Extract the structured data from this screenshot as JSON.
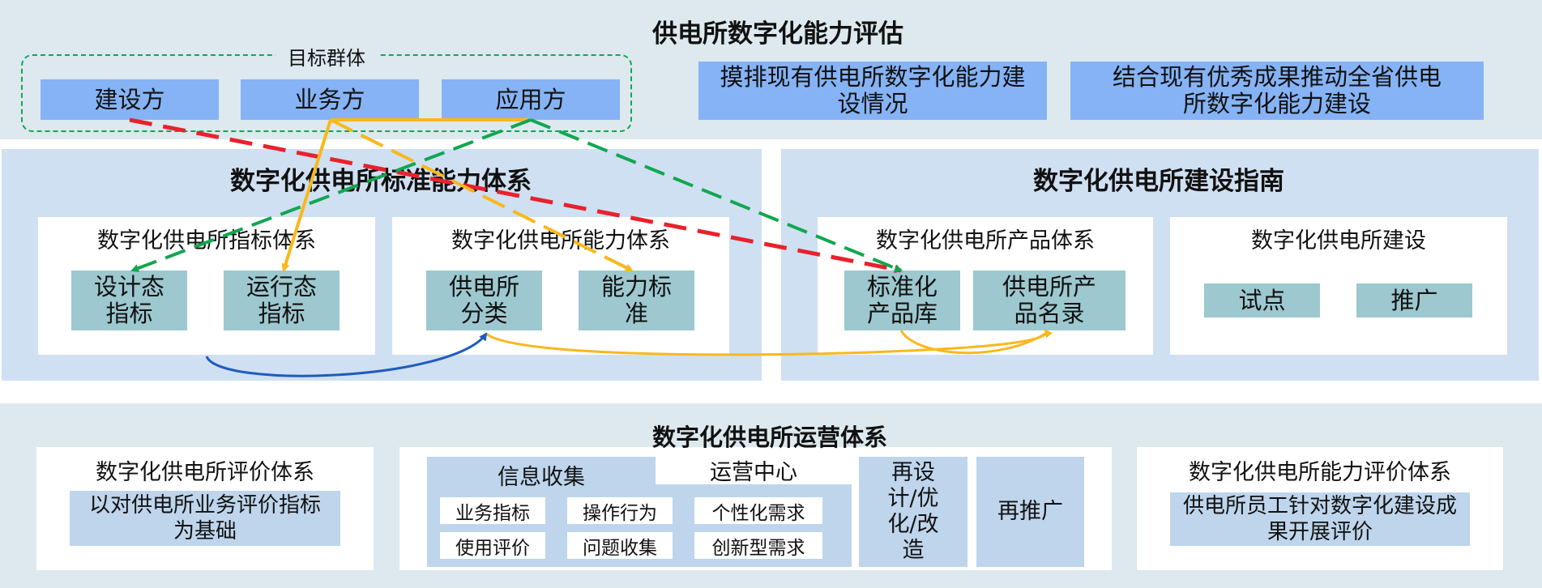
{
  "main_title": "供电所数字化能力评估",
  "target_group": {
    "label": "目标群体",
    "items": [
      "建设方",
      "业务方",
      "应用方"
    ]
  },
  "top_boxes": [
    "摸排现有供电所数字化能力建设情况",
    "结合现有优秀成果推动全省供电所数字化能力建设"
  ],
  "standard_system": {
    "title": "数字化供电所标准能力体系",
    "index_system": {
      "title": "数字化供电所指标体系",
      "items": [
        "设计态指标",
        "运行态指标"
      ]
    },
    "capability_system": {
      "title": "数字化供电所能力体系",
      "items": [
        "供电所分类",
        "能力标准"
      ]
    }
  },
  "construction_guide": {
    "title": "数字化供电所建设指南",
    "product_system": {
      "title": "数字化供电所产品体系",
      "items": [
        "标准化产品库",
        "供电所产品名录"
      ]
    },
    "construction": {
      "title": "数字化供电所建设",
      "items": [
        "试点",
        "推广"
      ]
    }
  },
  "operation_system": {
    "title": "数字化供电所运营体系",
    "evaluation": {
      "title": "数字化供电所评价体系",
      "body": "以对供电所业务评价指标为基础"
    },
    "info_collect": {
      "label": "信息收集",
      "center_label": "运营中心",
      "cells": [
        "业务指标",
        "操作行为",
        "个性化需求",
        "使用评价",
        "问题收集",
        "创新型需求"
      ]
    },
    "redesign": "再设计/优化/改造",
    "repromote": "再推广",
    "capability_eval": {
      "title": "数字化供电所能力评价体系",
      "body": "供电所员工针对数字化建设成果开展评价"
    }
  },
  "colors": {
    "red": "#e8212c",
    "yellow": "#f9b81c",
    "green": "#12a650",
    "blue": "#1f5bbd"
  }
}
